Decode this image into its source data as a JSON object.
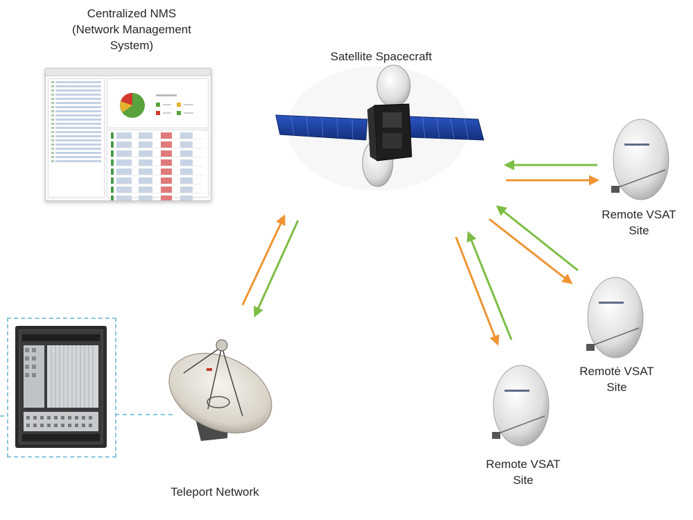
{
  "labels": {
    "nms": [
      "Centralized NMS",
      "(Network Management",
      "System)"
    ],
    "satellite": "Satellite Spacecraft",
    "teleport": "Teleport Network",
    "remote_site_1": [
      "Remote VSAT",
      "Site"
    ],
    "remote_site_2": [
      "Remotė VSAT",
      "Site"
    ],
    "remote_site_3": [
      "Remote VSAT",
      "Site"
    ]
  },
  "colors": {
    "uplink_arrow": "#ee9433",
    "downlink_arrow": "#7cbd43",
    "dashed_link": "#8cc4e0",
    "solar_panel": "#1d3f9a",
    "satellite_body": "#1e1e1e"
  },
  "icons": {
    "nms": "nms-dashboard-screenshot",
    "satellite": "satellite-icon",
    "teleport": "teleport-dish-icon",
    "hub": "hub-rack-icon",
    "remote": "vsat-dish-icon"
  }
}
